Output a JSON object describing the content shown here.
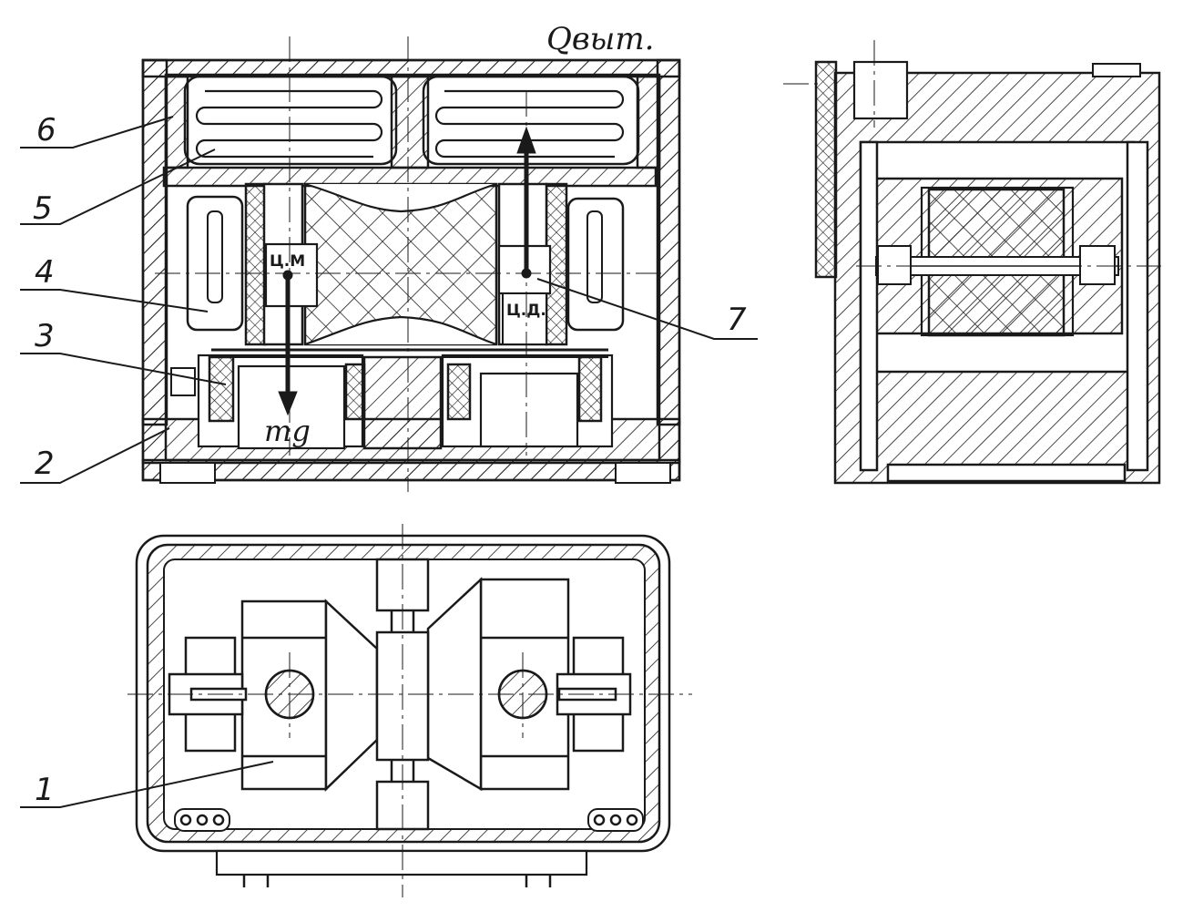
{
  "labels": {
    "n1": "1",
    "n2": "2",
    "n3": "3",
    "n4": "4",
    "n5": "5",
    "n6": "6",
    "n7": "7",
    "force_top": "Qвыт.",
    "mass_center": "Ц.М",
    "pressure_center": "Ц.Д.",
    "weight": "mg"
  },
  "colors": {
    "ink": "#1a1a1a",
    "paper": "#ffffff"
  }
}
